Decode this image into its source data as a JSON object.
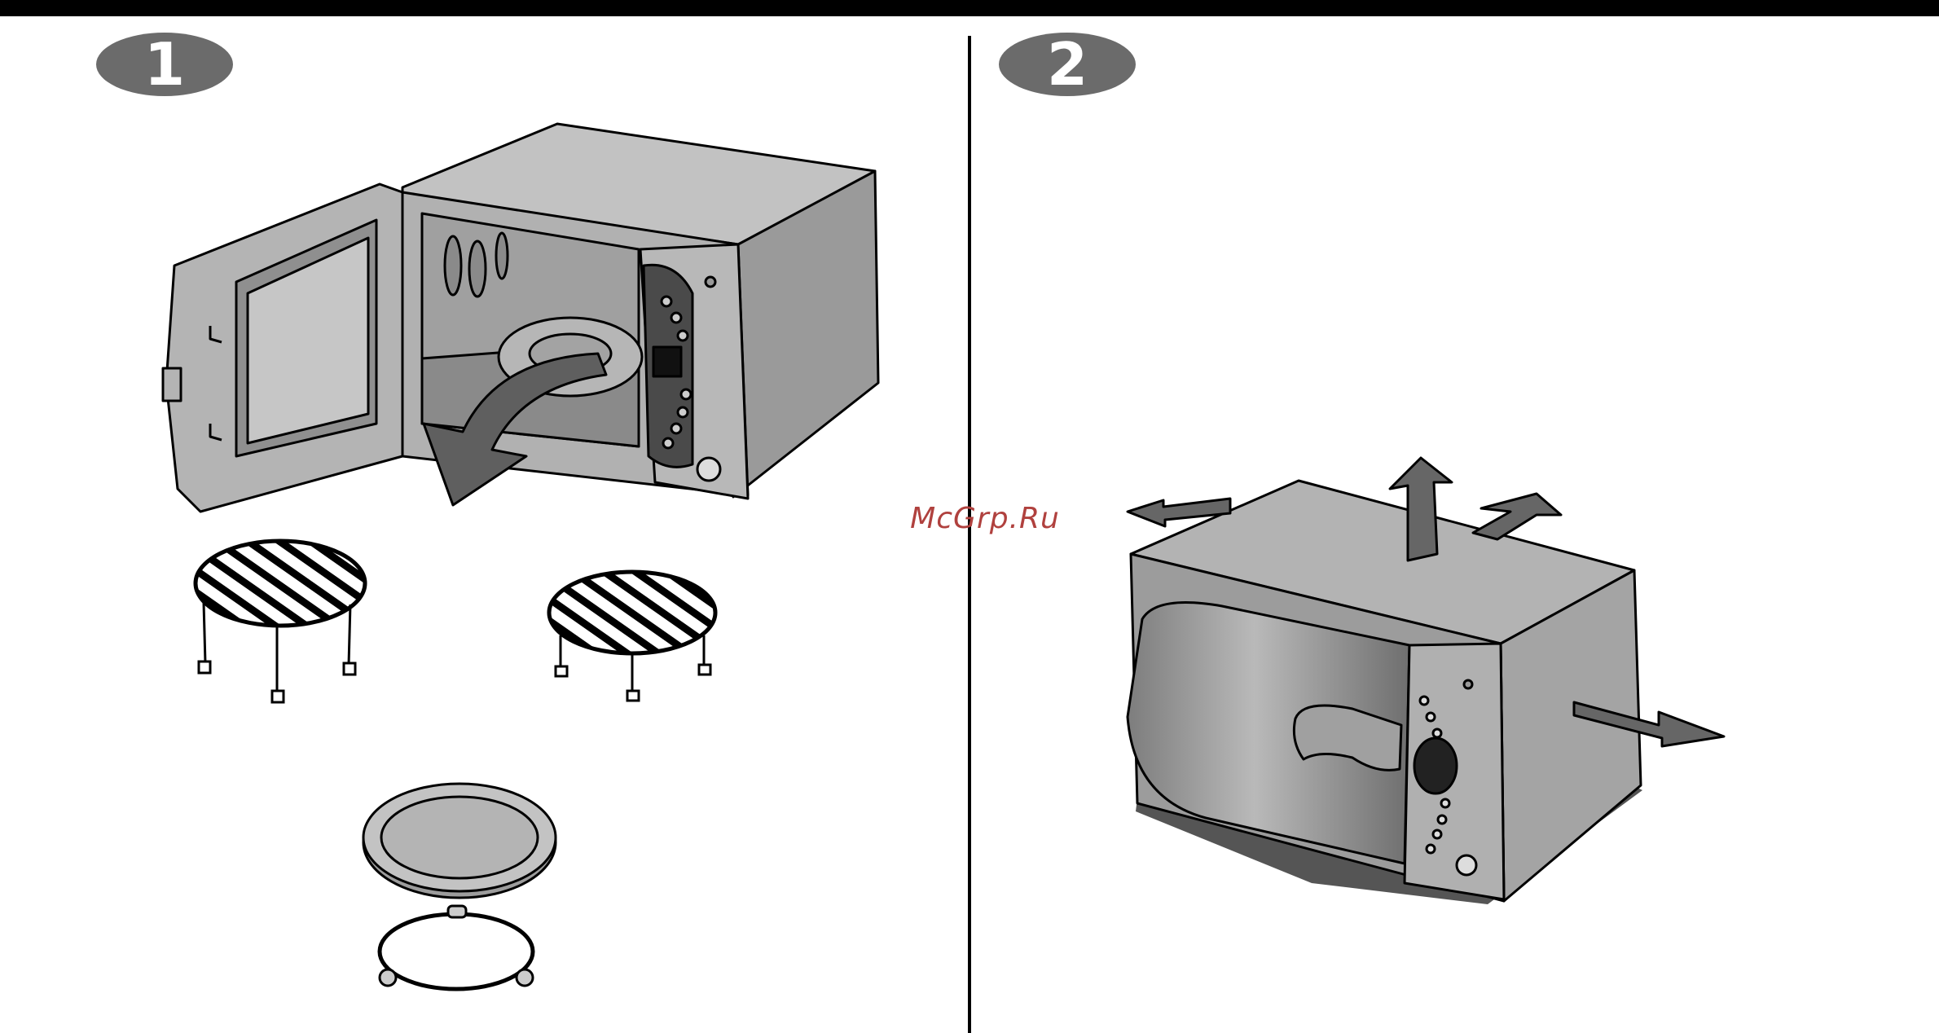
{
  "steps": [
    {
      "number": "1"
    },
    {
      "number": "2"
    }
  ],
  "watermark": {
    "text": "McGrp.Ru"
  },
  "colors": {
    "badge": "#6b6b6b",
    "body": "#a7a7a7",
    "dark": "#5a5a5a",
    "line": "#000000",
    "accent_watermark": "#b0413e"
  },
  "icons": [
    "microwave-open-door",
    "high-rack",
    "low-rack",
    "turntable-plate",
    "roller-ring",
    "microwave-closed",
    "ventilation-arrows"
  ]
}
